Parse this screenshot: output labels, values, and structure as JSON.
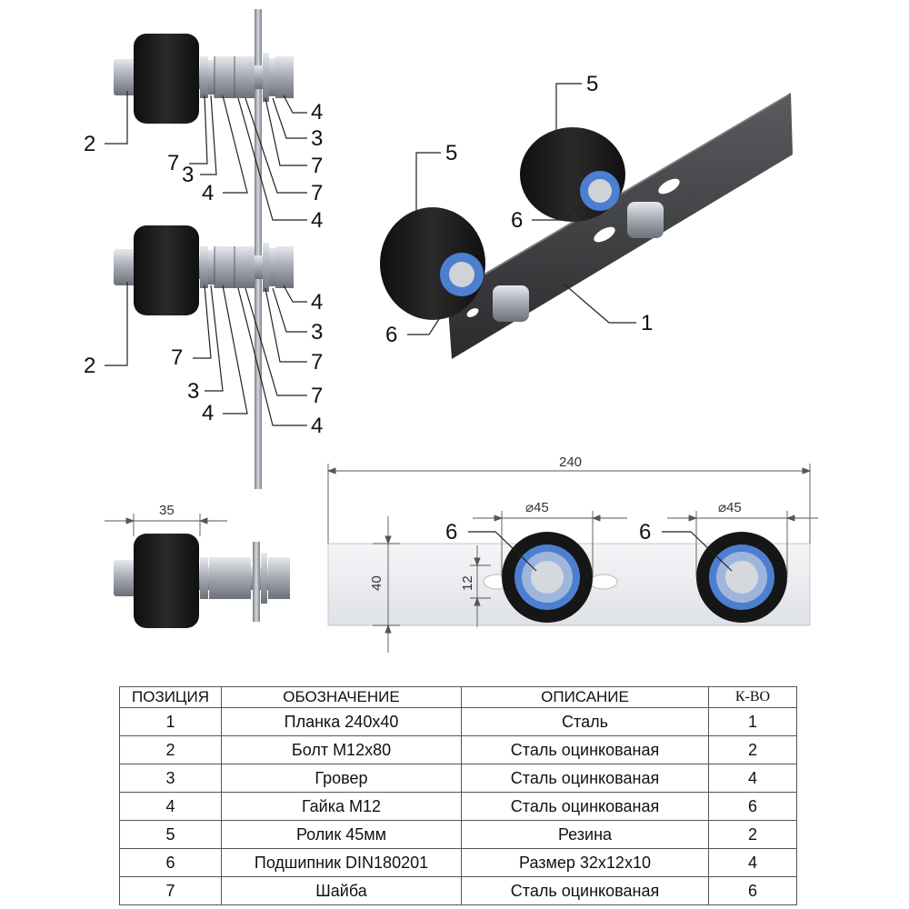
{
  "callouts": {
    "top_left": {
      "a": "2",
      "b": "7",
      "c": "3",
      "d": "4",
      "e": "4",
      "f": "3",
      "g": "7",
      "h": "7",
      "i": "4"
    },
    "mid_left": {
      "a": "2",
      "b": "7",
      "c": "3",
      "d": "4",
      "e": "4",
      "f": "3",
      "g": "7",
      "h": "7",
      "i": "4"
    },
    "iso": {
      "roller_a": "5",
      "roller_b": "5",
      "bearing_a": "6",
      "bearing_b": "6",
      "plate": "1"
    },
    "plan": {
      "bearing_a": "6",
      "bearing_b": "6"
    }
  },
  "dimensions": {
    "width_35": "35",
    "length_240": "240",
    "diam_a": "⌀45",
    "diam_b": "⌀45",
    "height_40": "40",
    "slot_12": "12"
  },
  "table": {
    "headers": [
      "ПОЗИЦИЯ",
      "ОБОЗНАЧЕНИЕ",
      "ОПИСАНИЕ",
      "К-ВО"
    ],
    "rows": [
      [
        "1",
        "Планка 240х40",
        "Сталь",
        "1"
      ],
      [
        "2",
        "Болт М12х80",
        "Сталь оцинкованая",
        "2"
      ],
      [
        "3",
        "Гровер",
        "Сталь оцинкованая",
        "4"
      ],
      [
        "4",
        "Гайка М12",
        "Сталь оцинкованая",
        "6"
      ],
      [
        "5",
        "Ролик 45мм",
        "Резина",
        "2"
      ],
      [
        "6",
        "Подшипник DIN180201",
        "Размер 32х12х10",
        "4"
      ],
      [
        "7",
        "Шайба",
        "Сталь оцинкованая",
        "6"
      ]
    ]
  },
  "colors": {
    "rubber": "#1c1c1c",
    "steel": "#b9bdc4",
    "plate": "#3b3b3d",
    "bearing_ring": "#4d7fd1"
  }
}
